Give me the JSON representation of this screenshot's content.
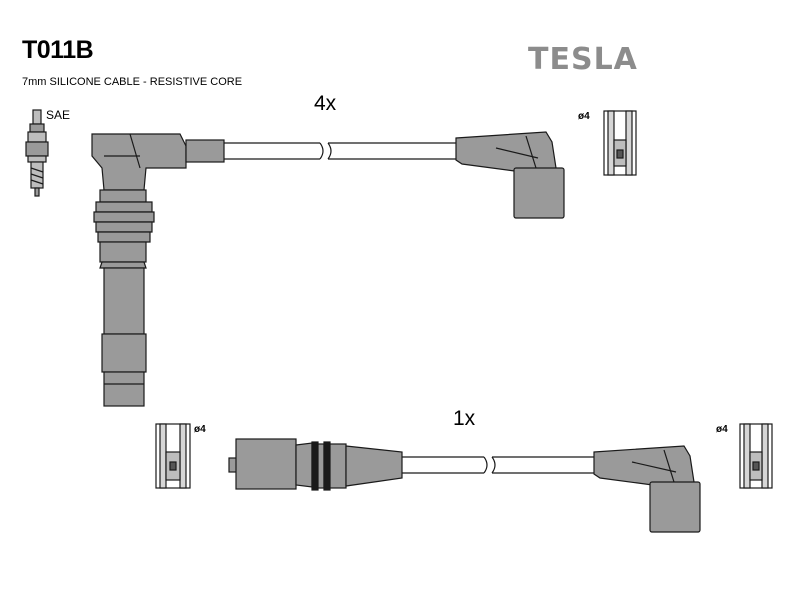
{
  "header": {
    "part_code": "T011B",
    "description": "7mm SILICONE CABLE - RESISTIVE CORE",
    "brand": "TESLA"
  },
  "labels": {
    "plug_standard": "SAE",
    "upper_quantity": "4x",
    "lower_quantity": "1x",
    "terminal_top_right": "ø4",
    "terminal_bottom_left": "ø4",
    "terminal_bottom_right": "ø4"
  },
  "colors": {
    "part_fill": "#9a9a9a",
    "part_stroke": "#1a1a1a",
    "brand_gray": "#8c8c8c"
  }
}
